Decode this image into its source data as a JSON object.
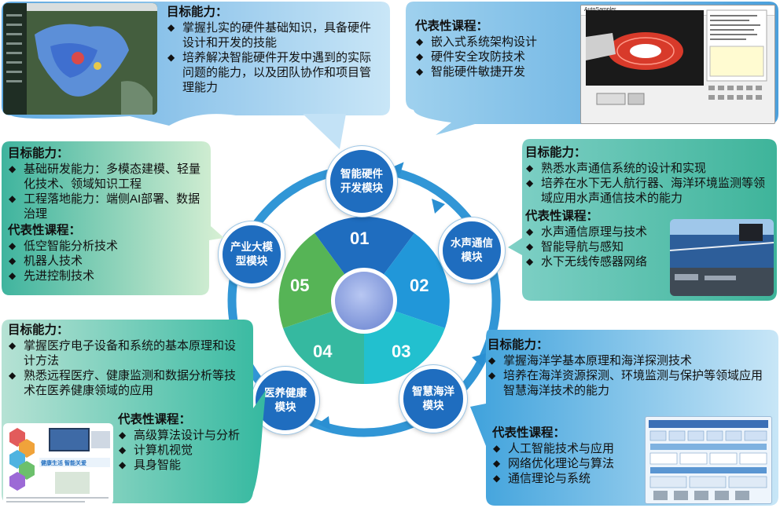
{
  "bubbles": {
    "hardware": {
      "heading": "目标能力：",
      "items": [
        "掌握扎实的硬件基础知识，具备硬件设计和开发的技能",
        "培养解决智能硬件开发中遇到的实际问题的能力，以及团队协作和项目管理能力"
      ]
    },
    "hardware_courses": {
      "heading": "代表性课程：",
      "items": [
        "嵌入式系统架构设计",
        "硬件安全攻防技术",
        "智能硬件敏捷开发"
      ]
    },
    "underwater": {
      "heading": "目标能力：",
      "items": [
        "熟悉水声通信系统的设计和实现",
        "培养在水下无人航行器、海洋环境监测等领域应用水声通信技术的能力"
      ],
      "courses_heading": "代表性课程：",
      "courses": [
        "水声通信原理与技术",
        "智能导航与感知",
        "水下无线传感器网络"
      ]
    },
    "ocean": {
      "heading": "目标能力：",
      "items": [
        "掌握海洋学基本原理和海洋探测技术",
        "培养在海洋资源探测、环境监测与保护等领域应用智慧海洋技术的能力"
      ],
      "courses_heading": "代表性课程：",
      "courses": [
        "人工智能技术与应用",
        "网络优化理论与算法",
        "通信理论与系统"
      ]
    },
    "medical": {
      "heading": "目标能力：",
      "items": [
        "掌握医疗电子设备和系统的基本原理和设计方法",
        "熟悉远程医疗、健康监测和数据分析等技术在医养健康领域的应用"
      ],
      "courses_heading": "代表性课程：",
      "courses": [
        "高级算法设计与分析",
        "计算机视觉",
        "具身智能"
      ]
    },
    "industry": {
      "heading": "目标能力：",
      "items": [
        "基础研发能力：多模态建模、轻量化技术、领域知识工程",
        "工程落地能力：端侧AI部署、数据治理"
      ],
      "courses_heading": "代表性课程：",
      "courses": [
        "低空智能分析技术",
        "机器人技术",
        "先进控制技术"
      ]
    }
  },
  "modules": {
    "m1": "智能硬件开发模块",
    "m2": "水声通信模块",
    "m3": "智慧海洋模块",
    "m4": "医养健康模块",
    "m5": "产业大模型模块"
  },
  "segments": [
    "01",
    "02",
    "03",
    "04",
    "05"
  ],
  "screenshot_text": {
    "autoshape_title": "AutoSampler",
    "medical_banner": "健康生活 智能关爱"
  },
  "colors": {
    "seg1": "#1f6dbf",
    "seg2": "#2197d9",
    "seg3": "#22c0cf",
    "seg4": "#35b9a0",
    "seg5": "#56b456",
    "module": "#1f6dbf"
  }
}
